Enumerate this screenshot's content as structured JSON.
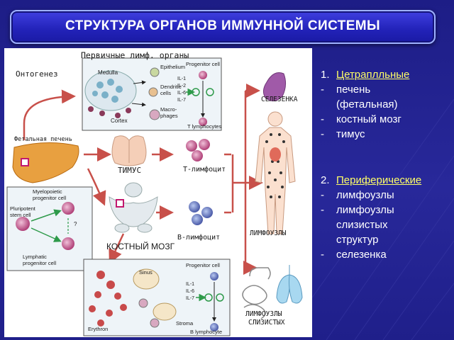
{
  "title": "СТРУКТУРА ОРГАНОВ ИММУННОЙ СИСТЕМЫ",
  "diagram": {
    "primary_organs": "Первичные лимф. органы",
    "ontogenesis": "Онтогенез",
    "fetal_liver": "Фетальная печень",
    "thymus": "ТИМУС",
    "t_lymphocyte": "Т-лимфоцит",
    "b_lymphocyte": "В-лимфоцит",
    "bone_marrow": "КОСТНЫЙ МОЗГ",
    "spleen": "СЕЛЕЗЕНКА",
    "lymph_nodes": "ЛИМФОУЗЛЫ",
    "mucosal_nodes_1": "ЛИМФОУЗЛЫ",
    "mucosal_nodes_2": "СЛИЗИСТЫХ",
    "medulla": "Medulla",
    "cortex": "Cortex",
    "epithelium": "Epithelium",
    "dendritic_1": "Dendritic",
    "dendritic_2": "cells",
    "macro_1": "Macro-",
    "macro_2": "phages",
    "progenitor_cell": "Progenitor cell",
    "il1": "IL-1",
    "il2": "IL-2",
    "il6": "IL-6",
    "il7": "IL-7",
    "t_lymphocytes": "T lymphocytes",
    "myelo_1": "Myelopoietic",
    "myelo_2": "progenitor cell",
    "pluri_1": "Pluripotent",
    "pluri_2": "stem cell",
    "lymph_prog_1": "Lymphatic",
    "lymph_prog_2": "progenitor cell",
    "question": "?",
    "sinus": "Sinus",
    "erythron": "Erythron",
    "stroma": "Stroma",
    "progenitor_cell_b": "Progenitor cell",
    "il1b": "IL-1",
    "il6b": "IL-6",
    "il7b": "IL-7",
    "b_lymphocyte_en": "B lymphocyte"
  },
  "list": {
    "central_num": "1.",
    "central_head": "Цетраплльные",
    "central_items": [
      "печень",
      "(фетальная)",
      "костный мозг",
      "тимус"
    ],
    "peripheral_num": "2.",
    "peripheral_head": "Периферические",
    "peripheral_items": [
      "лимфоузлы",
      "лимфоузлы",
      "слизистых",
      "структур",
      "селезенка"
    ]
  },
  "colors": {
    "background": "#1f1f8a",
    "banner": "#2a2ac4",
    "accent_yellow": "#ffff66",
    "arrow_red": "#c8504a",
    "marker_magenta": "#c2186e"
  }
}
